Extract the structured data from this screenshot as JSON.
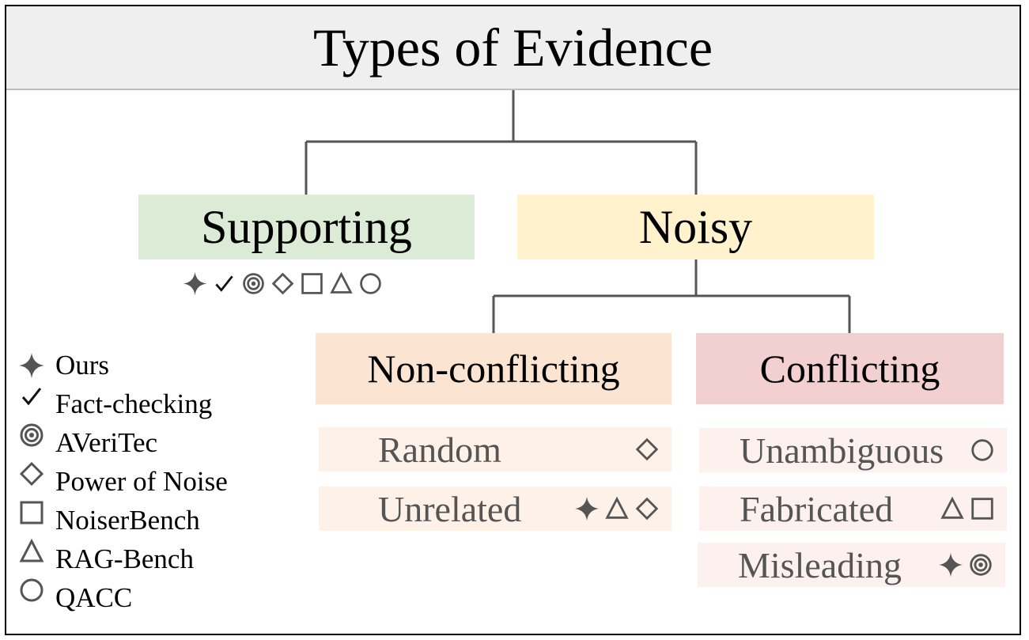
{
  "title": "Types of Evidence",
  "colors": {
    "supporting": "#dbebd5",
    "noisy": "#fff2cc",
    "non_conflicting": "#fbe4d2",
    "conflicting": "#f2cfd1",
    "non_conflicting_item": "#fdf1e8",
    "conflicting_item": "#fdf1f0",
    "line": "#555555",
    "icon": "#555555"
  },
  "nodes": {
    "supporting": "Supporting",
    "noisy": "Noisy",
    "non_conflicting": "Non-conflicting",
    "conflicting": "Conflicting"
  },
  "items": {
    "random": {
      "label": "Random",
      "icons": [
        "diamond-icon"
      ]
    },
    "unrelated": {
      "label": "Unrelated",
      "icons": [
        "star-icon",
        "triangle-icon",
        "diamond-icon"
      ]
    },
    "unambiguous": {
      "label": "Unambiguous",
      "icons": [
        "circle-icon"
      ]
    },
    "fabricated": {
      "label": "Fabricated",
      "icons": [
        "triangle-icon",
        "square-icon"
      ]
    },
    "misleading": {
      "label": "Misleading",
      "icons": [
        "star-icon",
        "target-icon"
      ]
    }
  },
  "supporting_icons": [
    "star-icon",
    "check-icon",
    "target-icon",
    "diamond-icon",
    "square-icon",
    "triangle-icon",
    "circle-icon"
  ],
  "legend": [
    {
      "icon": "star-icon",
      "label": "Ours"
    },
    {
      "icon": "check-icon",
      "label": "Fact-checking"
    },
    {
      "icon": "target-icon",
      "label": "AVeriTec"
    },
    {
      "icon": "diamond-icon",
      "label": "Power of Noise"
    },
    {
      "icon": "square-icon",
      "label": "NoiserBench"
    },
    {
      "icon": "triangle-icon",
      "label": "RAG-Bench"
    },
    {
      "icon": "circle-icon",
      "label": "QACC"
    }
  ]
}
